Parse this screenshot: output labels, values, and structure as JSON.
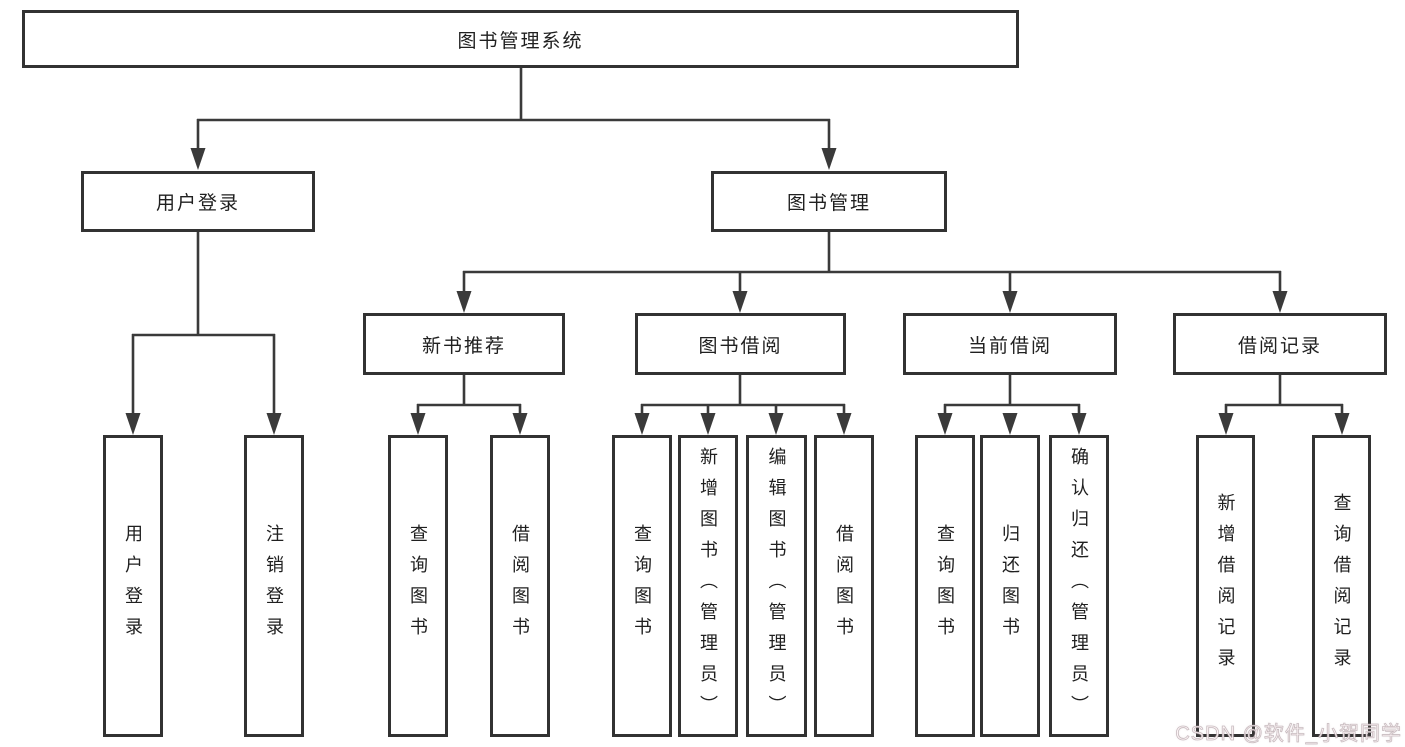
{
  "diagram_type": "hierarchy-tree",
  "tree": {
    "label": "图书管理系统",
    "children": [
      {
        "label": "用户登录",
        "children": [
          {
            "label": "用户登录"
          },
          {
            "label": "注销登录"
          }
        ]
      },
      {
        "label": "图书管理",
        "children": [
          {
            "label": "新书推荐",
            "children": [
              {
                "label": "查询图书"
              },
              {
                "label": "借阅图书"
              }
            ]
          },
          {
            "label": "图书借阅",
            "children": [
              {
                "label": "查询图书"
              },
              {
                "label": "新增图书（管理员）"
              },
              {
                "label": "编辑图书（管理员）"
              },
              {
                "label": "借阅图书"
              }
            ]
          },
          {
            "label": "当前借阅",
            "children": [
              {
                "label": "查询图书"
              },
              {
                "label": "归还图书"
              },
              {
                "label": "确认归还（管理员）"
              }
            ]
          },
          {
            "label": "借阅记录",
            "children": [
              {
                "label": "新增借阅记录"
              },
              {
                "label": "查询借阅记录"
              }
            ]
          }
        ]
      }
    ]
  },
  "watermark": "CSDN @软件_小贺同学",
  "colors": {
    "box_border": "#323232",
    "connector_line": "#3a3a3a",
    "text": "#202020",
    "background": "#ffffff",
    "watermark_text": "#fff6f8"
  }
}
